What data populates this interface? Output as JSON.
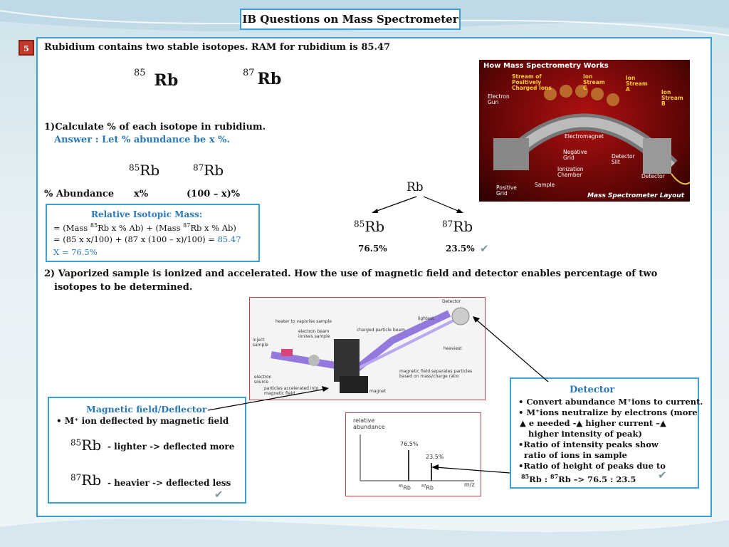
{
  "title": "IB Questions on Mass Spectrometer",
  "question_number": "5",
  "intro": "Rubidium contains two stable isotopes. RAM for rubidium is 85.47",
  "isotopes": {
    "a_mass": "85",
    "a_symbol": "Rb",
    "b_mass": "87",
    "b_symbol": "Rb"
  },
  "q1": {
    "text": "1)Calculate % of each isotope in rubidium.",
    "answer": "Answer : Let % abundance be x %.",
    "abundance_label": "% Abundance",
    "x_pct": "x%",
    "rest_pct": "(100 – x)%"
  },
  "ram_box": {
    "heading": "Relative Isotopic Mass:",
    "line1_a": "= (Mass ",
    "line1_b": "Rb x % Ab) + (Mass ",
    "line1_c": "Rb x % Ab)",
    "line2": "= (85 x x/100) + (87 x (100 – x)/100)  = ",
    "line2_val": "85.47",
    "line3": "X = 76.5%"
  },
  "tree": {
    "root": "Rb",
    "left_pct": "76.5%",
    "right_pct": "23.5%"
  },
  "q2": {
    "text_line1": "2) Vaporized sample is ionized and accelerated. How the use of magnetic field and detector enables percentage of two",
    "text_line2": "isotopes to be determined."
  },
  "magnetic_box": {
    "heading": "Magnetic field/Deflector",
    "bullet": "• M⁺ ion deflected by magnetic field",
    "light_text": "- lighter -> deflected more",
    "heavy_text": "- heavier -> deflected less"
  },
  "detector_box": {
    "heading": "Detector",
    "l1": "• Convert abundance M⁺ions to current.",
    "l2": "• M⁺ions neutralize by electrons (more",
    "l3a": "e needed -",
    "l3b": "higher current –",
    "l4": "higher intensity of peak)",
    "l5": "•Ratio of intensity peaks show",
    "l6": "ratio of ions in sample",
    "l7": "•Ratio of height of peaks due to",
    "l8a": "Rb : ",
    "l8b": "Rb –> 76.5 : 23.5",
    "sup85": "85",
    "sup87": "87"
  },
  "ms_image": {
    "header": "How Mass Spectrometry Works",
    "stream_pos": "Stream of Positively Charged Ions",
    "ion_c": "Ion Stream C",
    "ion_a": "Ion Stream A",
    "ion_b": "Ion Stream B",
    "electron_gun": "Electron Gun",
    "electromagnet": "Electromagnet",
    "neg_grid": "Negative Grid",
    "ion_chamber": "Ionization Chamber",
    "detector_slit": "Detector Slit",
    "detector": "Detector",
    "sample": "Sample",
    "pos_grid": "Positive Grid",
    "footer": "Mass Spectrometer Layout"
  },
  "app_image": {
    "detector": "Detector",
    "heater": "heater to vaporise sample",
    "ebeam": "electron beam ionises sample",
    "charged": "charged particle beam",
    "lightest": "lightest",
    "heaviest": "heaviest",
    "inject": "inject sample",
    "esource": "electron source",
    "particles": "particles accelerated into magnetic field",
    "separates": "magnetic field separates particles based on mass/charge ratio",
    "magnet": "magnet"
  },
  "spectrum": {
    "ylabel": "relative abundance",
    "peak1": "76.5%",
    "peak2": "23.5%",
    "xlabel": "m/z",
    "m1": "85",
    "m2": "87",
    "sym": "Rb"
  },
  "colors": {
    "accent": "#3aa0d8",
    "blue_text": "#2a78b8",
    "badge": "#c0392b"
  }
}
